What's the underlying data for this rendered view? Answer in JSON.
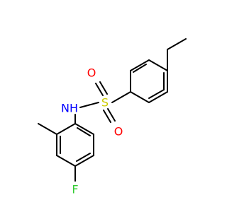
{
  "molecule": {
    "atom_labels": {
      "oxygen_top": "O",
      "oxygen_bottom": "O",
      "sulfur": "S",
      "nitrogen_hydrogen": "NH",
      "fluorine": "F"
    },
    "colors": {
      "bond": "#000000",
      "oxygen": "#ff0000",
      "sulfur": "#cccc00",
      "nitrogen": "#0000ff",
      "fluorine": "#33cc33"
    }
  }
}
